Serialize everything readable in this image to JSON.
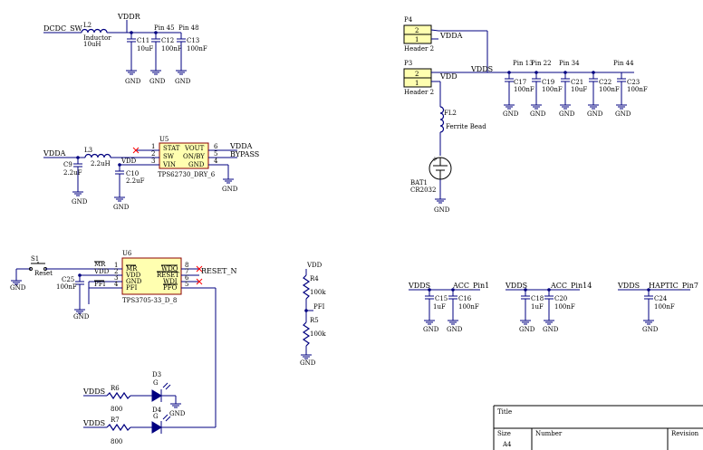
{
  "nets": {
    "dcdc_sw": "DCDC_SW",
    "vddr": "VDDR",
    "vdda": "VDDA",
    "vdd": "VDD",
    "vdds": "VDDS",
    "bypass": "BYPASS",
    "mr_bar": "MR",
    "pfi": "PFI",
    "reset_n": "RESET_N",
    "acc_pin1": "ACC_Pin1",
    "acc_pin14": "ACC_Pin14",
    "haptic_pin7": "HAPTIC_Pin7",
    "gnd": "GND"
  },
  "pins": {
    "p45": "Pin 45",
    "p48": "Pin 48",
    "p13": "Pin 13",
    "p22": "Pin 22",
    "p34": "Pin 34",
    "p44": "Pin 44"
  },
  "components": {
    "L2": {
      "ref": "L2",
      "label": "Inductor",
      "value": "10uH"
    },
    "L3": {
      "ref": "L3",
      "value": "2.2uH"
    },
    "C9": {
      "ref": "C9",
      "value": "2.2uF"
    },
    "C10": {
      "ref": "C10",
      "value": "2.2uF"
    },
    "C11": {
      "ref": "C11",
      "value": "10uF"
    },
    "C12": {
      "ref": "C12",
      "value": "100nF"
    },
    "C13": {
      "ref": "C13",
      "value": "100nF"
    },
    "C15": {
      "ref": "C15",
      "value": "1uF"
    },
    "C16": {
      "ref": "C16",
      "value": "100nF"
    },
    "C17": {
      "ref": "C17",
      "value": "100nF"
    },
    "C18": {
      "ref": "C18",
      "value": "1uF"
    },
    "C19": {
      "ref": "C19",
      "value": "100nF"
    },
    "C20": {
      "ref": "C20",
      "value": "100nF"
    },
    "C21": {
      "ref": "C21",
      "value": "10uF"
    },
    "C22": {
      "ref": "C22",
      "value": "100nF"
    },
    "C23": {
      "ref": "C23",
      "value": "100nF"
    },
    "C24": {
      "ref": "C24",
      "value": "100nF"
    },
    "C25": {
      "ref": "C25",
      "value": "100nF"
    },
    "R4": {
      "ref": "R4",
      "value": "100k"
    },
    "R5": {
      "ref": "R5",
      "value": "100k"
    },
    "R6": {
      "ref": "R6",
      "value": "800"
    },
    "R7": {
      "ref": "R7",
      "value": "800"
    },
    "D3": {
      "ref": "D3",
      "color": "G"
    },
    "D4": {
      "ref": "D4",
      "color": "G"
    },
    "S1": {
      "ref": "S1",
      "label": "Reset"
    },
    "FL2": {
      "ref": "FL2",
      "label": "Ferrite Bead"
    },
    "BAT1": {
      "ref": "BAT1",
      "label": "CR2032"
    },
    "P4": {
      "ref": "P4",
      "label": "Header 2",
      "pin1": "1",
      "pin2": "2"
    },
    "P3": {
      "ref": "P3",
      "label": "Header 2",
      "pin1": "1",
      "pin2": "2"
    },
    "U5": {
      "ref": "U5",
      "part": "TPS62730_DRY_6",
      "left_pins": [
        {
          "num": "1",
          "name": "STAT"
        },
        {
          "num": "2",
          "name": "SW"
        },
        {
          "num": "3",
          "name": "VIN"
        }
      ],
      "right_pins": [
        {
          "num": "6",
          "name": "VOUT"
        },
        {
          "num": "5",
          "name": "ON/BY"
        },
        {
          "num": "4",
          "name": "GND"
        }
      ]
    },
    "U6": {
      "ref": "U6",
      "part": "TPS3705-33_D_8",
      "left_pins": [
        {
          "num": "1",
          "name": "MR"
        },
        {
          "num": "2",
          "name": "VDD"
        },
        {
          "num": "3",
          "name": "GND"
        },
        {
          "num": "4",
          "name": "PFI"
        }
      ],
      "right_pins": [
        {
          "num": "8",
          "name": "WDO"
        },
        {
          "num": "7",
          "name": "RESET"
        },
        {
          "num": "6",
          "name": "WDI"
        },
        {
          "num": "5",
          "name": "PFO"
        }
      ]
    }
  },
  "title_block": {
    "title_label": "Title",
    "size_label": "Size",
    "size_value": "A4",
    "number_label": "Number",
    "revision_label": "Revision"
  }
}
